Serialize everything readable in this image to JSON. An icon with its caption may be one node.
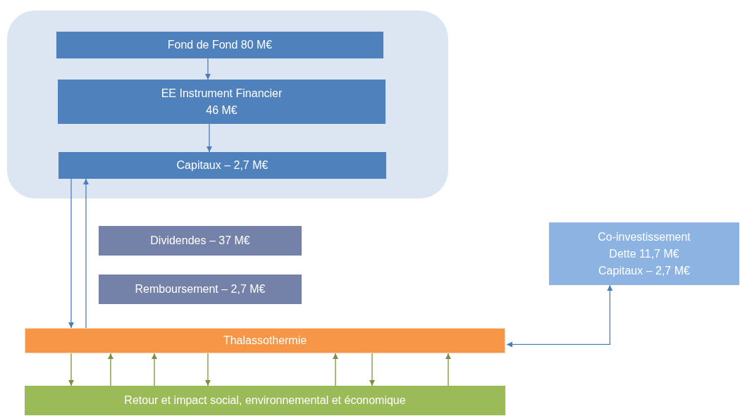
{
  "diagram": {
    "nodes": [
      {
        "text": [],
        "shape": "box"
      },
      {
        "text": [
          "Fond de Fond 80 M€"
        ],
        "in": 0
      },
      {
        "text": [
          "EE Instrument Financier",
          "46 M€"
        ],
        "in": 0
      },
      {
        "text": [
          "Capitaux – 2,7 M€"
        ],
        "in": 0
      },
      {
        "text": [
          "Dividendes – 37 M€"
        ]
      },
      {
        "text": [
          "Remboursement – 2,7 M€"
        ]
      },
      {
        "text": [
          "Co-investissement",
          "Dette 11,7 M€",
          "Capitaux – 2,7 M€"
        ]
      },
      {
        "text": [
          "Thalassothermie"
        ]
      },
      {
        "text": [
          "Retour et impact social, environnemental et économique"
        ]
      }
    ],
    "edges": [
      {
        "from": 1,
        "to": 2,
        "arrow": "to",
        "color": "#4a7ebb"
      },
      {
        "from": 2,
        "to": 3,
        "arrow": "to",
        "color": "#4a7ebb"
      },
      {
        "from": 3,
        "to": 7,
        "arrow": "to",
        "color": "#4a7ebb"
      },
      {
        "from": 7,
        "to": 3,
        "arrow": "to",
        "color": "#4a7ebb"
      },
      {
        "from": 6,
        "to": 7,
        "arrow": "both",
        "color": "#4a7ebb"
      },
      {
        "from": 7,
        "to": 8,
        "arrow": "to"
      },
      {
        "from": 8,
        "to": 7,
        "arrow": "to"
      },
      {
        "from": 8,
        "to": 7,
        "arrow": "to"
      },
      {
        "from": 7,
        "to": 8,
        "arrow": "to"
      },
      {
        "from": 8,
        "to": 7,
        "arrow": "to"
      },
      {
        "from": 7,
        "to": 8,
        "arrow": "to"
      },
      {
        "from": 8,
        "to": 7,
        "arrow": "to"
      }
    ]
  }
}
